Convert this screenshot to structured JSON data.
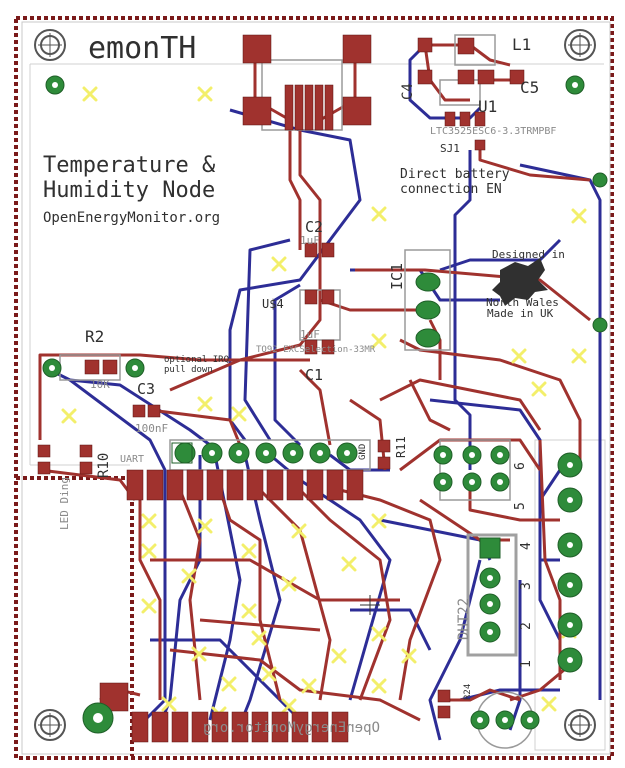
{
  "colors": {
    "background": "#ffffff",
    "top_copper": "#a0322e",
    "bottom_copper": "#2d2d96",
    "pad_green": "#2e8b3a",
    "pad_red": "#a0322e",
    "silkscreen": "#303030",
    "outline": "#7a1a1a",
    "via_yellow": "#f3ef6a",
    "tdocu": "#b0b0b0"
  },
  "board": {
    "title": "emonTH",
    "subtitle_line1": "Temperature &",
    "subtitle_line2": "Humidity Node",
    "website": "OpenEnergyMonitor.org"
  },
  "labels": {
    "l1": "L1",
    "c4": "C4",
    "c5": "C5",
    "u1": "U1",
    "u1_part": "LTC3525ESC6-3.3TRMPBF",
    "sj1": "SJ1",
    "direct_battery_1": "Direct battery",
    "direct_battery_2": "connection EN",
    "c2": "C2",
    "c2_val": "1uF",
    "u4": "U$4",
    "c1_val": "1uF",
    "c1": "C1",
    "u4_part": "TO92 EXCSelection-33MR",
    "ic1": "IC1",
    "designed_in": "Designed in",
    "north_wales": "North Wales",
    "made_in_uk": "Made in UK",
    "r2": "R2",
    "r2_val": "10K",
    "optional_irq_1": "optional IRQ",
    "optional_irq_2": "pull down",
    "c3": "C3",
    "c3_val": "100nF",
    "r10": "R10",
    "led_ding": "LED Ding",
    "uart": "UART",
    "gnd": "GND",
    "r11": "R11",
    "dht22": "DHT22",
    "r24": "R24",
    "bottom_text": "OpenEnergyMonitor.org",
    "num_1": "1",
    "num_2": "2",
    "num_3": "3",
    "num_4": "4",
    "num_5": "5",
    "num_6": "6"
  }
}
